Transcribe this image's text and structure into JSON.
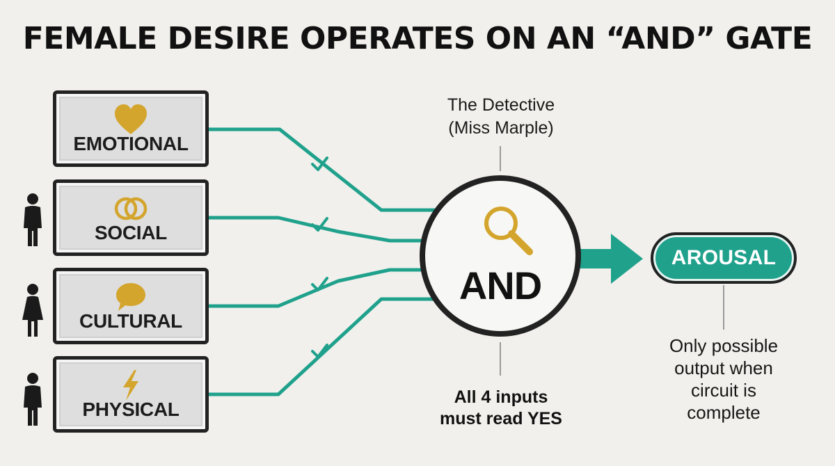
{
  "title": "FEMALE DESIRE OPERATES ON AN “AND” GATE",
  "inputs": [
    {
      "label": "EMOTIONAL",
      "icon": "heart-icon",
      "person": ""
    },
    {
      "label": "SOCIAL",
      "icon": "rings-icon",
      "person": "person-icon"
    },
    {
      "label": "CULTURAL",
      "icon": "speech-bubble-icon",
      "person": "woman-icon"
    },
    {
      "label": "PHYSICAL",
      "icon": "lightning-icon",
      "person": "person-icon"
    }
  ],
  "gate": {
    "label": "AND",
    "icon": "magnifying-glass-icon",
    "caption": [
      "The Detective",
      "(Miss Marple)"
    ],
    "note": [
      "All 4 inputs",
      "must read YES"
    ]
  },
  "output": {
    "label": "AROUSAL",
    "note": [
      "Only possible",
      "output when",
      "circuit is",
      "complete"
    ]
  },
  "colors": {
    "wire": "#1fa18c",
    "icon": "#d4a52d",
    "border": "#222222",
    "background": "#f1f0ec"
  }
}
